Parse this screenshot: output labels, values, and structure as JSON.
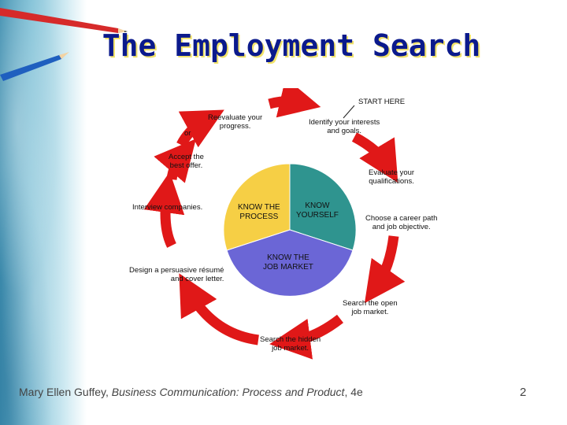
{
  "slide": {
    "title": "The Employment Search",
    "page_number": "2",
    "footer": {
      "author": "Mary Ellen Guffey, ",
      "book": "Business Communication: Process and Product",
      "edition": ", 4e"
    }
  },
  "diagram": {
    "start_label": "START HERE",
    "steps": [
      "Identify your interests\nand goals.",
      "Evaluate your\nqualifications.",
      "Choose a career path\nand job objective.",
      "Search the open\njob market.",
      "Search the hidden\njob market.",
      "Design a persuasive résumé\nand cover letter.",
      "Interview companies.",
      "Accept the\nbest offer.",
      "or",
      "Reevaluate your\nprogress."
    ],
    "center_segments": [
      {
        "label": "KNOW\nYOURSELF",
        "color": "#2f948f"
      },
      {
        "label": "KNOW THE\nJOB MARKET",
        "color": "#6b66d6"
      },
      {
        "label": "KNOW THE\nPROCESS",
        "color": "#f6cf45"
      }
    ],
    "arrow_color": "#e01818"
  }
}
